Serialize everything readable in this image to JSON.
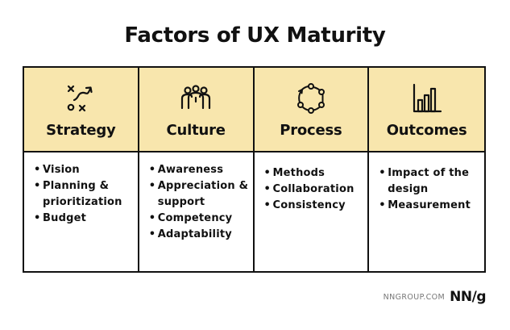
{
  "title": "Factors of UX Maturity",
  "columns": [
    {
      "name": "Strategy",
      "icon": "strategy-play-icon",
      "items": [
        "Vision",
        "Planning & prioritization",
        "Budget"
      ]
    },
    {
      "name": "Culture",
      "icon": "people-group-icon",
      "items": [
        "Awareness",
        "Appreciation & support",
        "Competency",
        "Adaptability"
      ]
    },
    {
      "name": "Process",
      "icon": "cycle-process-icon",
      "items": [
        "Methods",
        "Collaboration",
        "Consistency"
      ]
    },
    {
      "name": "Outcomes",
      "icon": "bar-chart-icon",
      "items": [
        "Impact of the design",
        "Measurement"
      ]
    }
  ],
  "footer": {
    "url": "NNGROUP.COM",
    "logo": "NN/g"
  },
  "colors": {
    "header_background": "#f8e6ad",
    "border": "#111111",
    "text": "#111111"
  }
}
